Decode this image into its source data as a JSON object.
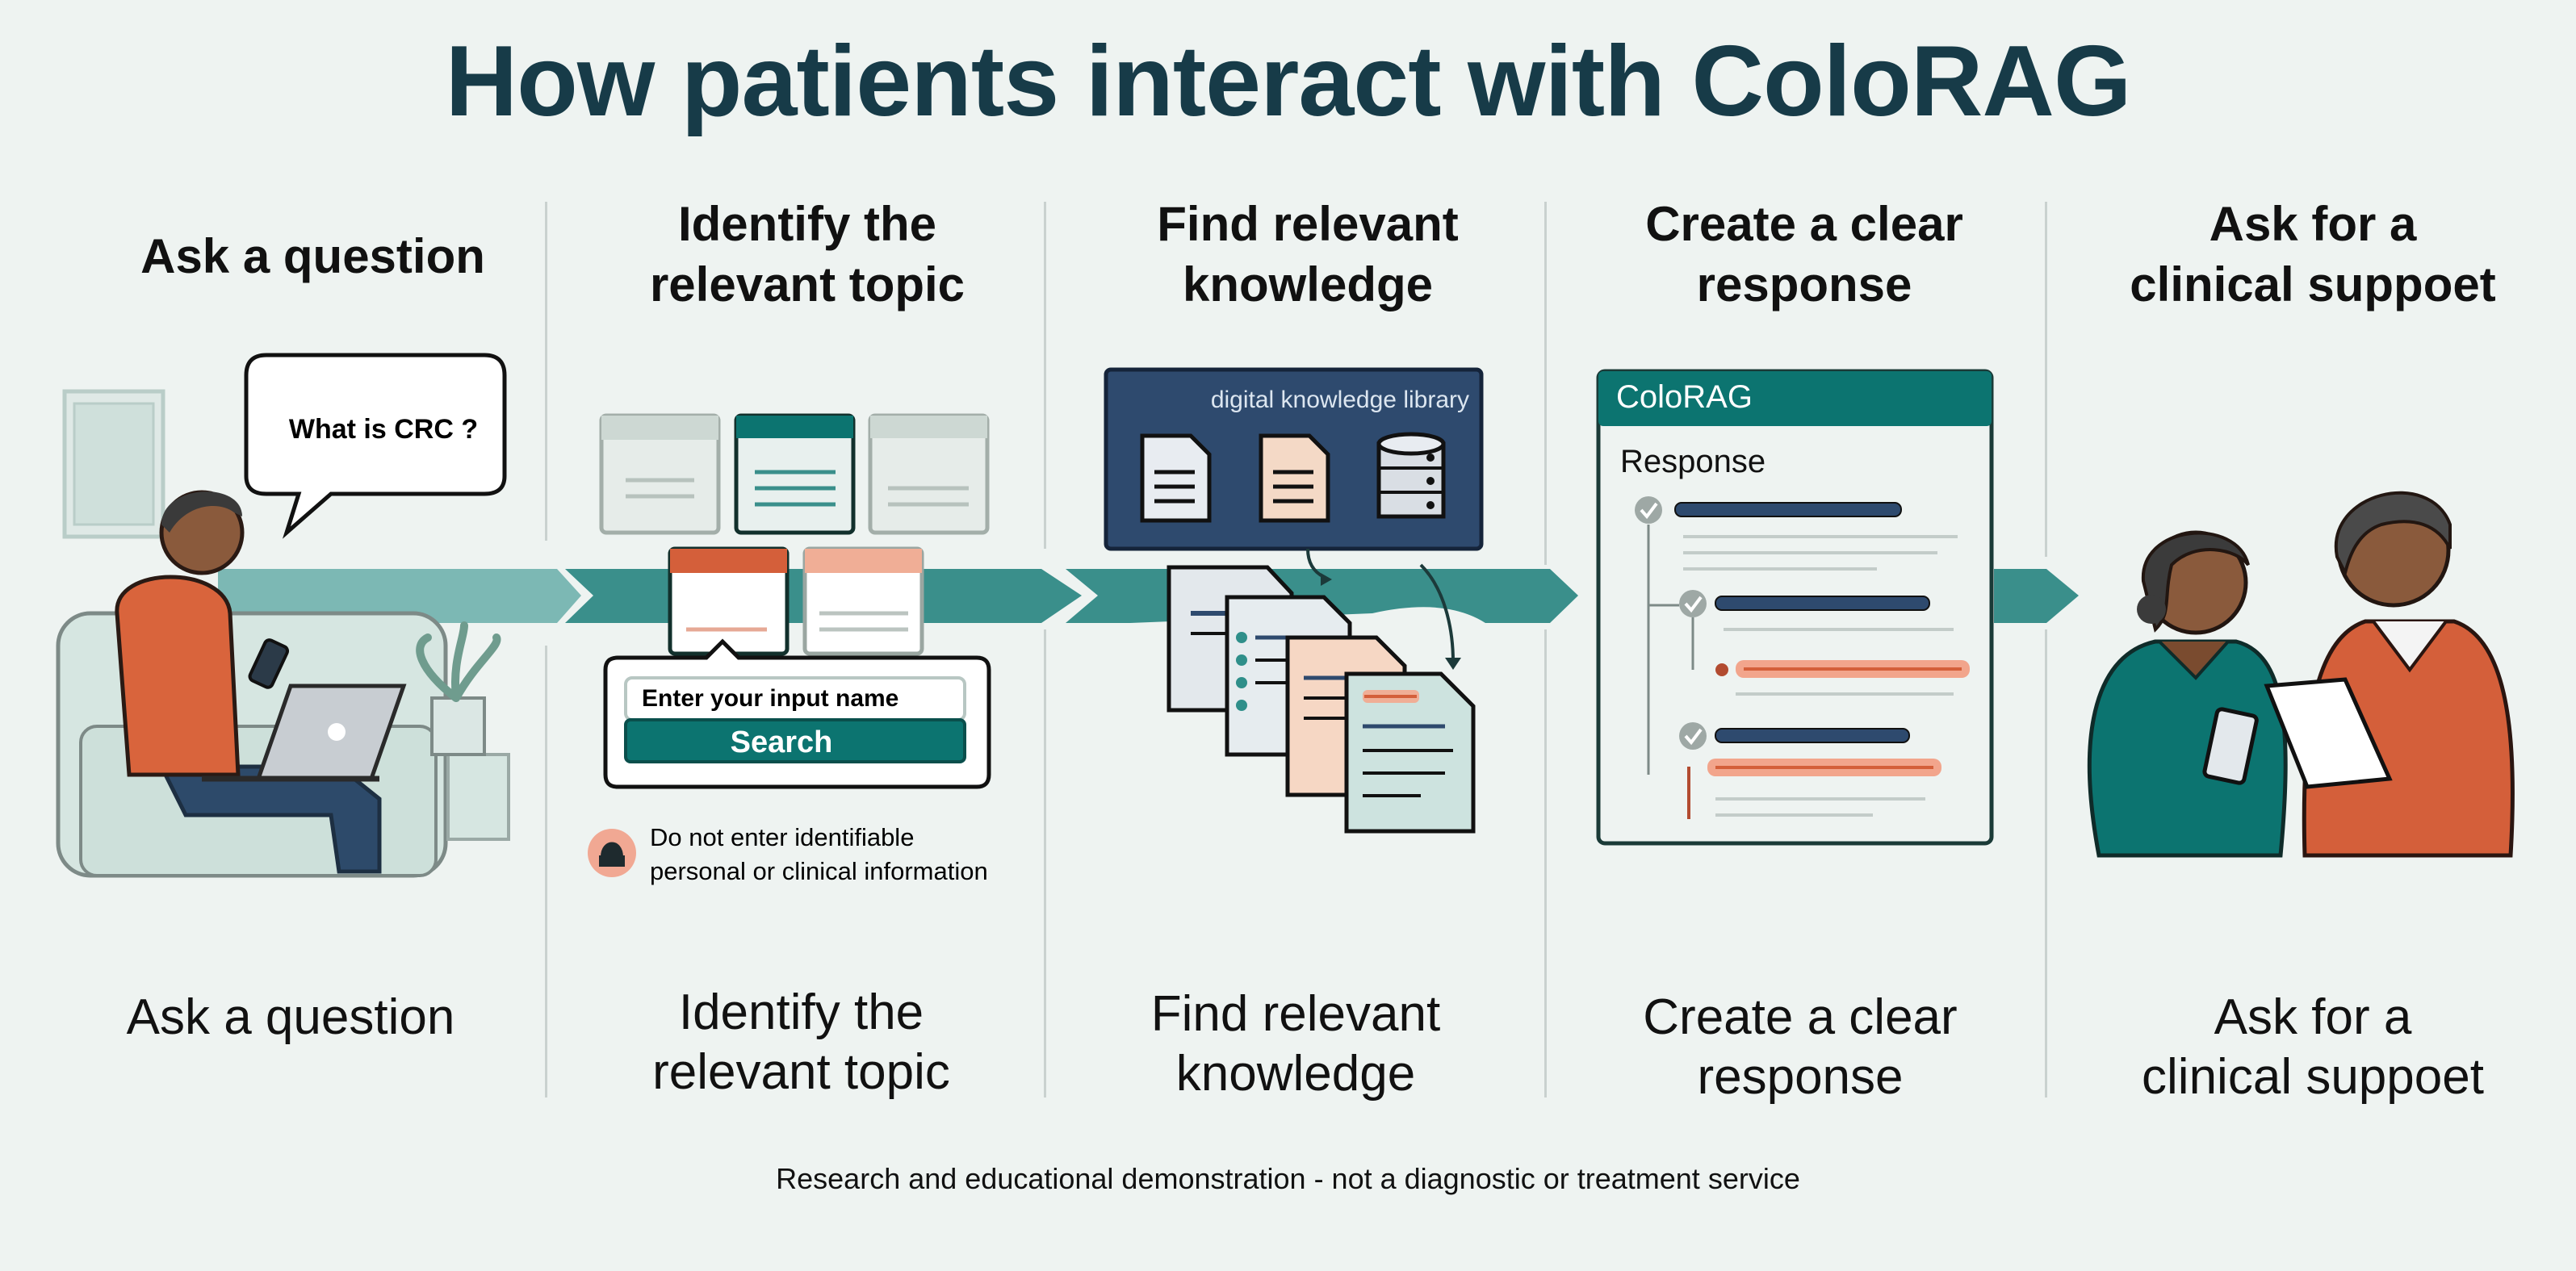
{
  "title": "How patients interact with ColoRAG",
  "steps": [
    {
      "heading": "Ask a question",
      "caption": "Ask a question"
    },
    {
      "heading": "Identify the\nrelevant topic",
      "caption": "Identify the\nrelevant topic"
    },
    {
      "heading": "Find relevant\nknowledge",
      "caption": "Find relevant\nknowledge"
    },
    {
      "heading": "Create a clear\nresponse",
      "caption": "Create a clear\nresponse"
    },
    {
      "heading": "Ask for a\nclinical suppoet",
      "caption": "Ask for a\nclinical suppoet"
    }
  ],
  "speech_bubble": "What is CRC ?",
  "search_box": {
    "label": "Enter your input name",
    "button": "Search"
  },
  "privacy_notice": [
    "Do not enter identifiable",
    "personal  or clinical information"
  ],
  "library_label": "digital knowledge library",
  "response_card": {
    "app_name": "ColoRAG",
    "label": "Response"
  },
  "footer": "Research and educational demonstration - not a diagnostic or treatment service",
  "colors": {
    "navy": "#173b48",
    "teal": "#0c7470",
    "orange": "#d45f3a",
    "library": "#2e4a6e",
    "flow": "#4f9e9a"
  },
  "icons": [
    "speech-bubble-icon",
    "laptop-icon",
    "phone-icon",
    "plant-icon",
    "document-icon",
    "database-icon",
    "lock-icon",
    "check-icon",
    "tablet-icon",
    "clipboard-icon"
  ]
}
